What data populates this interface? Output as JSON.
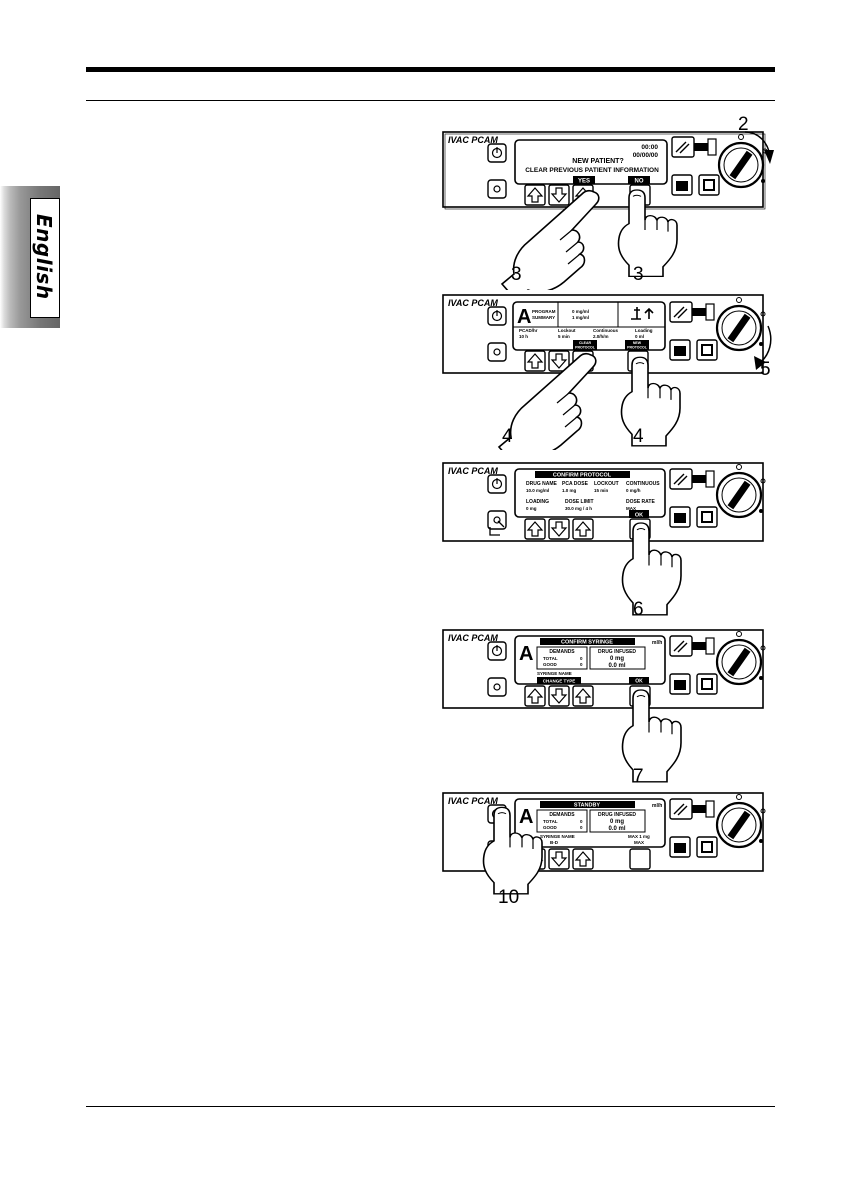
{
  "language_tab": "English",
  "panel1": {
    "brand": "IVAC  PCAM",
    "time": "00:00",
    "date": "00/00/00",
    "line1": "NEW PATIENT?",
    "line2": "CLEAR PREVIOUS PATIENT INFORMATION",
    "soft_left": "YES",
    "soft_right": "NO",
    "step_key": "2",
    "step_left": "3",
    "step_right": "3"
  },
  "panel2": {
    "brand": "IVAC  PCAM",
    "mode_letter": "A",
    "summary1": "PROGRAM",
    "summary2": "SUMMARY",
    "conc1": "0 mg/ml",
    "conc2": "1 mg/ml",
    "col1a": "PCAD/hr",
    "col1b": "10 h",
    "col2a": "Lockout",
    "col2b": "5 min",
    "col3a": "Continuous",
    "col3b": "2.0/h/m",
    "col4a": "Loading",
    "col4b": "0 ml",
    "soft_left1": "CLEAR",
    "soft_left2": "PROTOCOL",
    "soft_right1": "NEW",
    "soft_right2": "PROTOCOL",
    "step_left": "4",
    "step_right": "4",
    "step_key": "5"
  },
  "panel3": {
    "brand": "IVAC  PCAM",
    "header": "CONFIRM PROTOCOL",
    "h1": "DRUG NAME",
    "h2": "PCA DOSE",
    "h3": "LOCKOUT",
    "h4": "CONTINUOUS",
    "v1": "10.0 mg/ml",
    "v2": "1.0 mg",
    "v3": "15 min",
    "v4": "0 mg/h",
    "r1": "LOADING",
    "r2": "DOSE LIMIT",
    "r3": "DOSE RATE",
    "rv1": "0 mg",
    "rv2": "30.0 mg / 4 h",
    "rv3": "MAX",
    "soft_right": "OK",
    "step_right": "6"
  },
  "panel4": {
    "brand": "IVAC  PCAM",
    "mode_letter": "A",
    "header": "CONFIRM SYRINGE",
    "badge": "ml/h",
    "box1_title": "DEMANDS",
    "box1_r1": "TOTAL",
    "box1_r1v": "0",
    "box1_r2": "GOOD",
    "box1_r2v": "0",
    "box2_title": "DRUG INFUSED",
    "box2_v1": "0 mg",
    "box2_v2": "0.0 ml",
    "syringe_label": "SYRINGE NAME",
    "soft_left": "CHANGE TYPE",
    "soft_right": "OK",
    "step_right": "7"
  },
  "panel5": {
    "brand": "IVAC  PCAM",
    "mode_letter": "A",
    "header": "STANDBY",
    "badge": "ml/h",
    "box1_title": "DEMANDS",
    "box1_r1": "TOTAL",
    "box1_r1v": "0",
    "box1_r2": "GOOD",
    "box1_r2v": "0",
    "box2_title": "DRUG INFUSED",
    "box2_v1": "0 mg",
    "box2_v2": "0.0 ml",
    "syringe_label": "SYRINGE NAME",
    "syringe_val": "B-D",
    "max_label": "MAX 1 mg",
    "max_val": "MAX",
    "step_left": "10"
  }
}
